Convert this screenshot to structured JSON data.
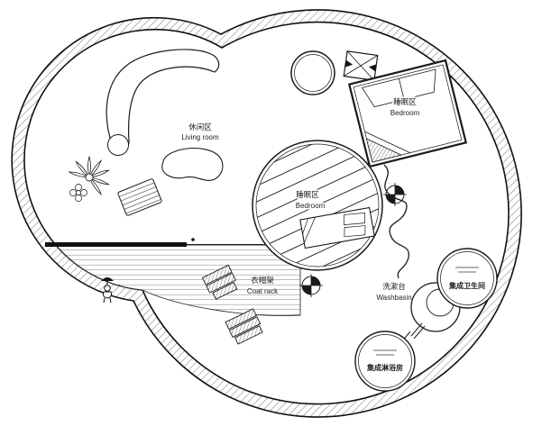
{
  "floor_plan": {
    "labels": {
      "living_room": {
        "zh": "休闲区",
        "en": "Living room"
      },
      "bedroom_upper": {
        "zh": "睡眠区",
        "en": "Bedroom"
      },
      "bedroom_center": {
        "zh": "睡眠区",
        "en": "Bedroom"
      },
      "coat_rack": {
        "zh": "衣帽架",
        "en": "Coat rack"
      },
      "washbasin": {
        "zh": "洗漱台",
        "en": "Washbasin"
      },
      "bathroom_pod": {
        "zh": "集成卫生间"
      },
      "shower_pod": {
        "zh": "集成淋浴房"
      }
    },
    "colors": {
      "line": "#1a1a1a",
      "background": "#ffffff"
    }
  }
}
